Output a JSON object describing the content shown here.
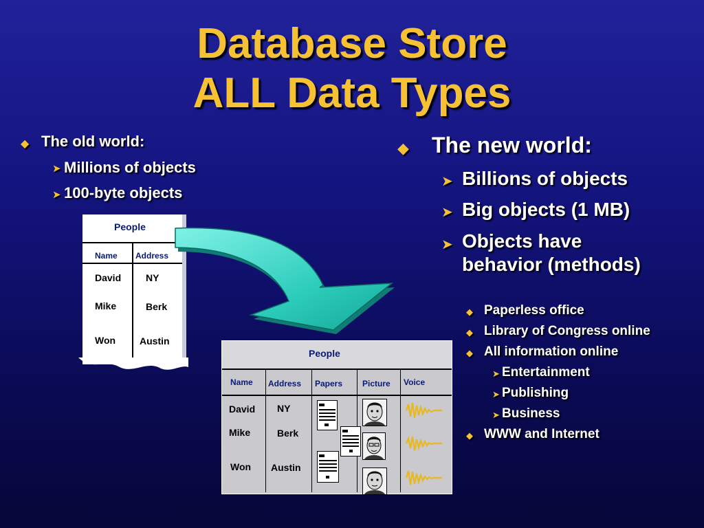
{
  "title": {
    "line1": "Database Store",
    "line2": "ALL Data Types"
  },
  "old_world": {
    "heading": "The old world:",
    "items": [
      "Millions of objects",
      "100-byte objects"
    ]
  },
  "new_world": {
    "heading": "The new world:",
    "items": [
      "Billions of objects",
      "Big objects (1 MB)",
      "Objects have",
      "behavior (methods)"
    ],
    "sub_items": [
      "Paperless office",
      "Library of Congress online",
      "All information online",
      "WWW and Internet"
    ],
    "nested_items": [
      "Entertainment",
      "Publishing",
      "Business"
    ]
  },
  "old_table": {
    "title": "People",
    "columns": [
      "Name",
      "Address"
    ],
    "rows": [
      [
        "David",
        "NY"
      ],
      [
        "Mike",
        "Berk"
      ],
      [
        "Won",
        "Austin"
      ]
    ]
  },
  "new_table": {
    "title": "People",
    "columns": [
      "Name",
      "Address",
      "Papers",
      "Picture",
      "Voice"
    ],
    "rows": [
      [
        "David",
        "NY"
      ],
      [
        "Mike",
        "Berk"
      ],
      [
        "Won",
        "Austin"
      ]
    ]
  },
  "colors": {
    "accent": "#f6c234",
    "background": "#141480",
    "arrow": "#3ad6c4"
  },
  "icons": {
    "bullet": "diamond-icon",
    "sub_bullet": "arrowhead-icon"
  }
}
